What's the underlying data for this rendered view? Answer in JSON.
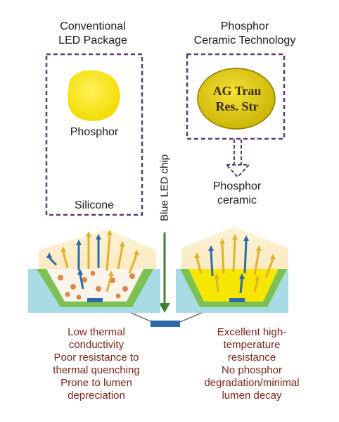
{
  "left": {
    "title_line1": "Conventional",
    "title_line2": "LED Package",
    "phosphor_label": "Phosphor",
    "silicone_label": "Silicone",
    "notes": [
      "Low thermal",
      "conductivity",
      "Poor resistance to",
      "thermal quenching",
      "Prone to lumen",
      "depreciation"
    ]
  },
  "right": {
    "title_line1": "Phosphor",
    "title_line2": "Ceramic Technology",
    "disc_text_line1": "AG Trau",
    "disc_text_line2": "Res. Str",
    "ceramic_label_line1": "Phosphor",
    "ceramic_label_line2": "ceramic",
    "notes": [
      "Excellent high-",
      "temperature",
      "resistance",
      "No phosphor",
      "degradation/minimal",
      "lumen decay"
    ]
  },
  "center": {
    "chip_label": "Blue LED chip"
  },
  "colors": {
    "dashed_box": "#5b3a78",
    "phosphor_yellow": "#f7e600",
    "blue_chip": "#2f6aa8",
    "green_arrow": "#3f7f2f",
    "note_text": "#7a2418"
  }
}
